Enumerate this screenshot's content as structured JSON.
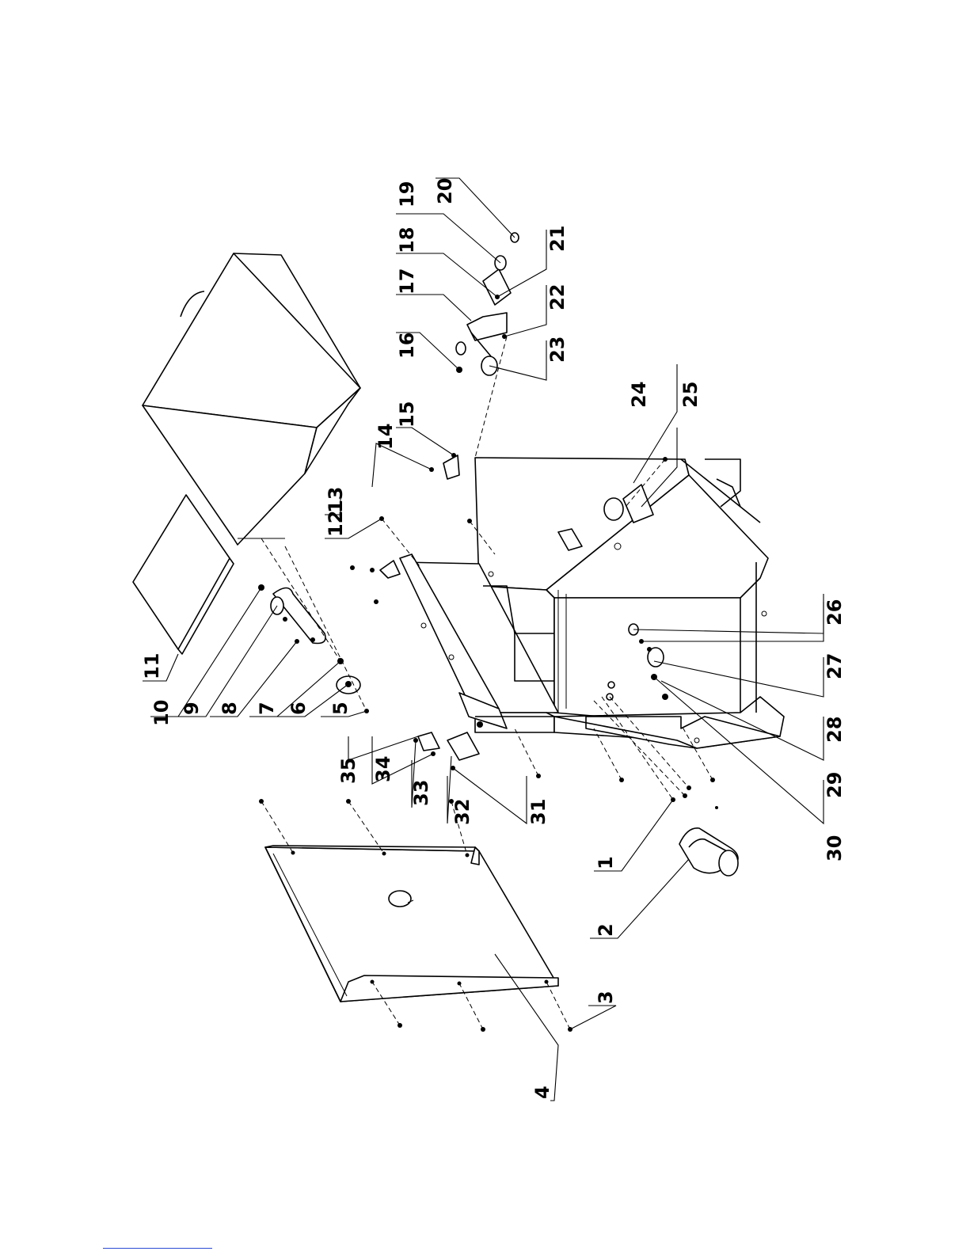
{
  "diagram": {
    "callouts": [
      {
        "id": "c1",
        "label": "1"
      },
      {
        "id": "c2",
        "label": "2"
      },
      {
        "id": "c3",
        "label": "3"
      },
      {
        "id": "c4",
        "label": "4"
      },
      {
        "id": "c5",
        "label": "5"
      },
      {
        "id": "c6",
        "label": "6"
      },
      {
        "id": "c7",
        "label": "7"
      },
      {
        "id": "c8",
        "label": "8"
      },
      {
        "id": "c9",
        "label": "9"
      },
      {
        "id": "c10",
        "label": "10"
      },
      {
        "id": "c11",
        "label": "11"
      },
      {
        "id": "c12",
        "label": "12"
      },
      {
        "id": "c13",
        "label": "13"
      },
      {
        "id": "c14",
        "label": "14"
      },
      {
        "id": "c15",
        "label": "15"
      },
      {
        "id": "c16",
        "label": "16"
      },
      {
        "id": "c17",
        "label": "17"
      },
      {
        "id": "c18",
        "label": "18"
      },
      {
        "id": "c19",
        "label": "19"
      },
      {
        "id": "c20",
        "label": "20"
      },
      {
        "id": "c21",
        "label": "21"
      },
      {
        "id": "c22",
        "label": "22"
      },
      {
        "id": "c23",
        "label": "23"
      },
      {
        "id": "c24",
        "label": "24"
      },
      {
        "id": "c25",
        "label": "25"
      },
      {
        "id": "c26",
        "label": "26"
      },
      {
        "id": "c27",
        "label": "27"
      },
      {
        "id": "c28",
        "label": "28"
      },
      {
        "id": "c29",
        "label": "29"
      },
      {
        "id": "c30",
        "label": "30"
      },
      {
        "id": "c31",
        "label": "31"
      },
      {
        "id": "c32",
        "label": "32"
      },
      {
        "id": "c33",
        "label": "33"
      },
      {
        "id": "c34",
        "label": "34"
      },
      {
        "id": "c35",
        "label": "35"
      }
    ]
  },
  "colors": {
    "ink": "#000000",
    "link": "#2a4bd6"
  }
}
